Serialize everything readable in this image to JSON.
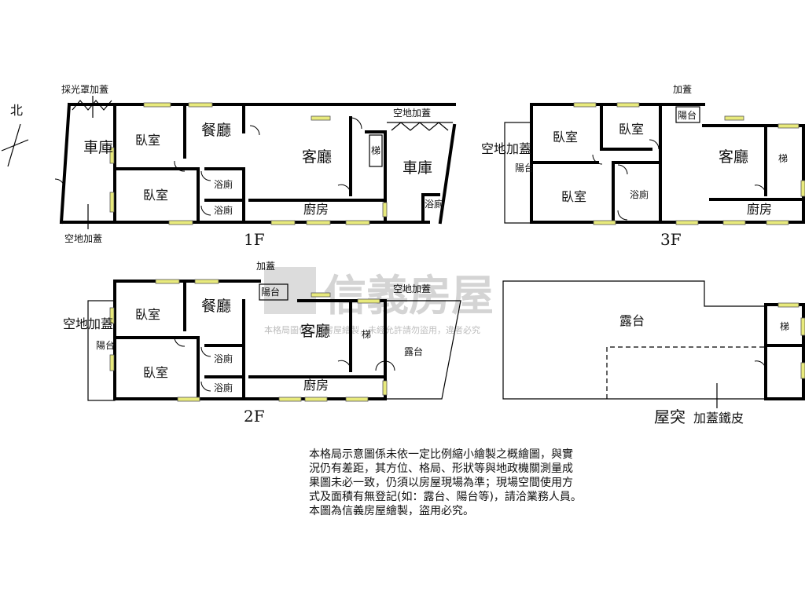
{
  "compass": {
    "label": "北"
  },
  "floors": {
    "f1": {
      "name": "1F",
      "rooms": {
        "garage_west": "車庫",
        "bedroom_ne": "臥室",
        "dining": "餐廳",
        "living": "客廳",
        "stairs": "梯",
        "garage_east": "車庫",
        "bedroom_sw": "臥室",
        "bath_upper": "浴廁",
        "bath_lower": "浴廁",
        "kitchen": "廚房",
        "bath_small": "浴廁"
      },
      "annotations": {
        "skylight": "採光罩加蓋",
        "open_space_east": "空地加蓋",
        "open_space_south": "空地加蓋"
      }
    },
    "f2": {
      "name": "2F",
      "rooms": {
        "bedroom_n": "臥室",
        "dining": "餐廳",
        "living": "客廳",
        "stairs": "梯",
        "terrace": "露台",
        "bedroom_s": "臥室",
        "bath_upper": "浴廁",
        "bath_lower": "浴廁",
        "kitchen": "廚房",
        "balcony_west": "陽台",
        "balcony_north": "陽台"
      },
      "annotations": {
        "addition_north": "加蓋",
        "open_space_east": "空地加蓋",
        "open_space_west": "空地加蓋"
      }
    },
    "f3": {
      "name": "3F",
      "rooms": {
        "bedroom_nw": "臥室",
        "bedroom_n": "臥室",
        "balcony_north": "陽台",
        "living": "客廳",
        "stairs": "梯",
        "bedroom_sw": "臥室",
        "bath": "浴廁",
        "kitchen": "廚房",
        "balcony_west": "陽台"
      },
      "annotations": {
        "addition_north": "加蓋",
        "open_space_west": "空地加蓋"
      }
    },
    "roof": {
      "name": "屋突",
      "rooms": {
        "terrace": "露台",
        "stairs": "梯"
      },
      "annotations": {
        "iron_sheet": "加蓋鐵皮"
      }
    }
  },
  "watermark": {
    "brand": "信義房屋",
    "notice": "本格局圖係信義房屋繪製，未經允許請勿盜用，違者必究"
  },
  "notes": [
    "本格局示意圖係未依一定比例縮小繪製之概繪圖，與實",
    "況仍有差距，其方位、格局、形狀等與地政機關測量成",
    "果圖未必一致，仍須以房屋現場為準；現場空間使用方",
    "式及面積有無登記(如：露台、陽台等)，請洽業務人員。",
    "本圖為信義房屋繪製，盜用必究。"
  ]
}
